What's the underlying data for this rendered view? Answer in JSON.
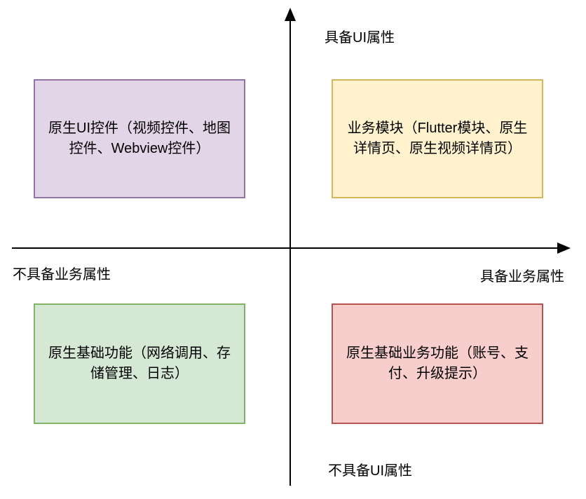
{
  "diagram": {
    "type": "quadrant-diagram",
    "axes": {
      "y_top_label": "具备UI属性",
      "y_bottom_label": "不具备UI属性",
      "x_left_label": "不具备业务属性",
      "x_right_label": "具备业务属性",
      "line_color": "#000000"
    },
    "quadrants": {
      "top_left": {
        "label": "原生UI控件（视频控件、地图控件、Webview控件）",
        "fill": "#E1D5E7",
        "border": "#9673A6"
      },
      "top_right": {
        "label": "业务模块（Flutter模块、原生详情页、原生视频详情页）",
        "fill": "#FFF2CC",
        "border": "#D6B656"
      },
      "bottom_left": {
        "label": "原生基础功能（网络调用、存储管理、日志）",
        "fill": "#D5E8D4",
        "border": "#82B366"
      },
      "bottom_right": {
        "label": "原生基础业务功能（账号、支付、升级提示）",
        "fill": "#F8CECC",
        "border": "#B85450"
      }
    }
  }
}
